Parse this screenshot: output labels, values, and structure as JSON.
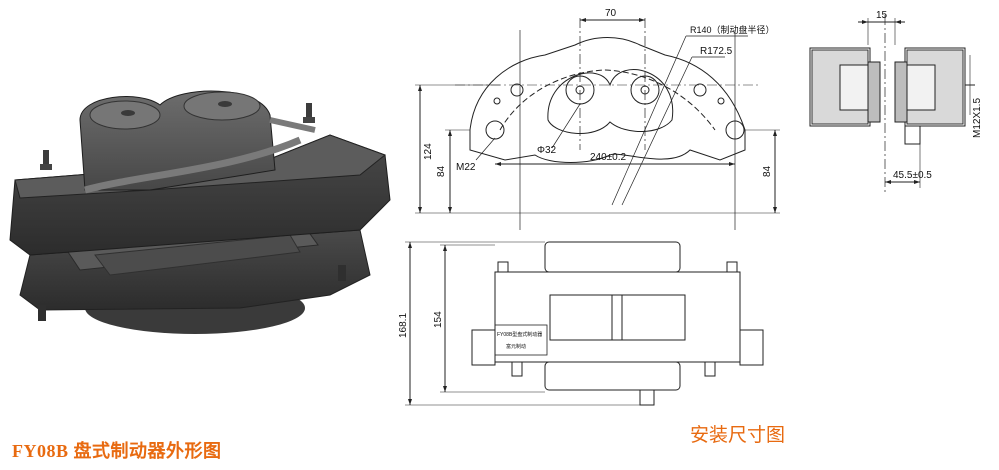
{
  "captions": {
    "product_view": "FY08B 盘式制动器外形图",
    "install_view": "安装尺寸图"
  },
  "dimensions": {
    "piston_spacing": "70",
    "disc_radius": "R140（制动盘半径）",
    "outer_radius": "R172.5",
    "bore_diameter": "Φ32",
    "mount_spacing": "240±0.2",
    "thread_left": "M22",
    "height_124": "124",
    "height_84_left": "84",
    "height_84_right": "84",
    "side_gap": "15",
    "side_thread": "M12X1.5",
    "side_offset": "45.5±0.5",
    "overall_height": "168.1",
    "body_height": "154"
  },
  "nameplate": {
    "line1": "FY08B型盘式制动器",
    "line2": "富元制动"
  },
  "colors": {
    "caption": "#e86a10",
    "render_body": "#505050",
    "render_shadow": "#2e2e2e",
    "line": "#222222"
  }
}
